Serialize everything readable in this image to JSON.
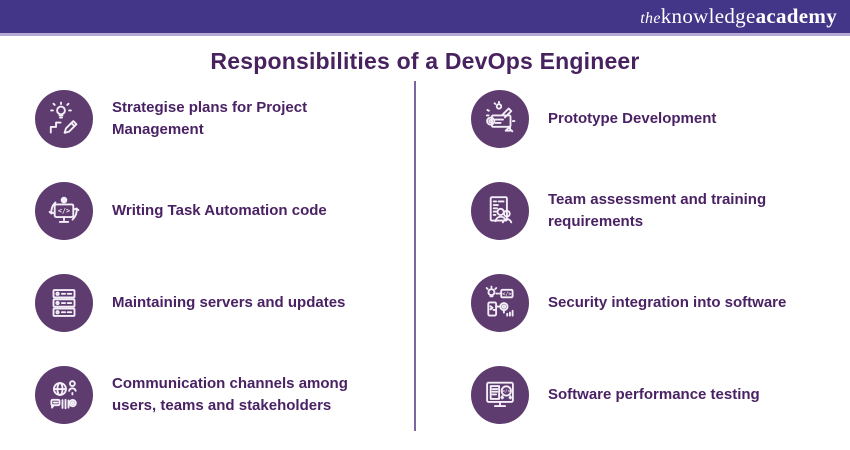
{
  "header": {
    "logo": {
      "the": "the",
      "knowledge": "knowledge",
      "academy": "academy"
    }
  },
  "title": "Responsibilities of a DevOps Engineer",
  "columns": {
    "left": [
      {
        "label": "Strategise plans for Project Management",
        "icon": "idea-strategy-icon"
      },
      {
        "label": "Writing Task Automation code",
        "icon": "code-automation-icon"
      },
      {
        "label": "Maintaining servers and updates",
        "icon": "server-stack-icon"
      },
      {
        "label": "Communication channels among users, teams and stakeholders",
        "icon": "communication-icon"
      }
    ],
    "right": [
      {
        "label": "Prototype Development",
        "icon": "prototype-icon"
      },
      {
        "label": "Team assessment and training requirements",
        "icon": "team-assessment-icon"
      },
      {
        "label": "Security integration into software",
        "icon": "security-integration-icon"
      },
      {
        "label": "Software performance testing",
        "icon": "performance-testing-icon"
      }
    ]
  },
  "icon_glyphs": {
    "code": "</>"
  },
  "colors": {
    "header_bg": "#433588",
    "header_underline": "#b5aad4",
    "icon_circle": "#5e3c70",
    "title_text": "#48215f",
    "label_text": "#4a2264",
    "divider": "#7e64a0",
    "logo_text": "#ffffff"
  }
}
